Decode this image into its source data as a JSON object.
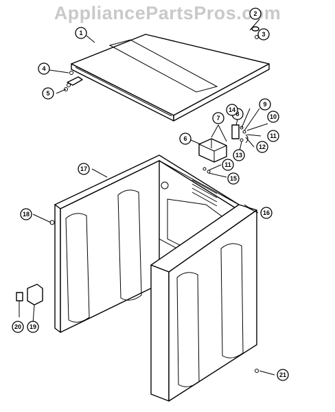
{
  "watermark": "AppliancePartsPros.com",
  "callouts": [
    {
      "label": "1"
    },
    {
      "label": "2"
    },
    {
      "label": "3"
    },
    {
      "label": "4"
    },
    {
      "label": "5"
    },
    {
      "label": "6"
    },
    {
      "label": "7"
    },
    {
      "label": "8"
    },
    {
      "label": "9"
    },
    {
      "label": "10"
    },
    {
      "label": "11"
    },
    {
      "label": "12"
    },
    {
      "label": "13"
    },
    {
      "label": "14"
    },
    {
      "label": "11"
    },
    {
      "label": "15"
    },
    {
      "label": "16"
    },
    {
      "label": "17"
    },
    {
      "label": "18"
    },
    {
      "label": "19"
    },
    {
      "label": "20"
    },
    {
      "label": "21"
    }
  ]
}
